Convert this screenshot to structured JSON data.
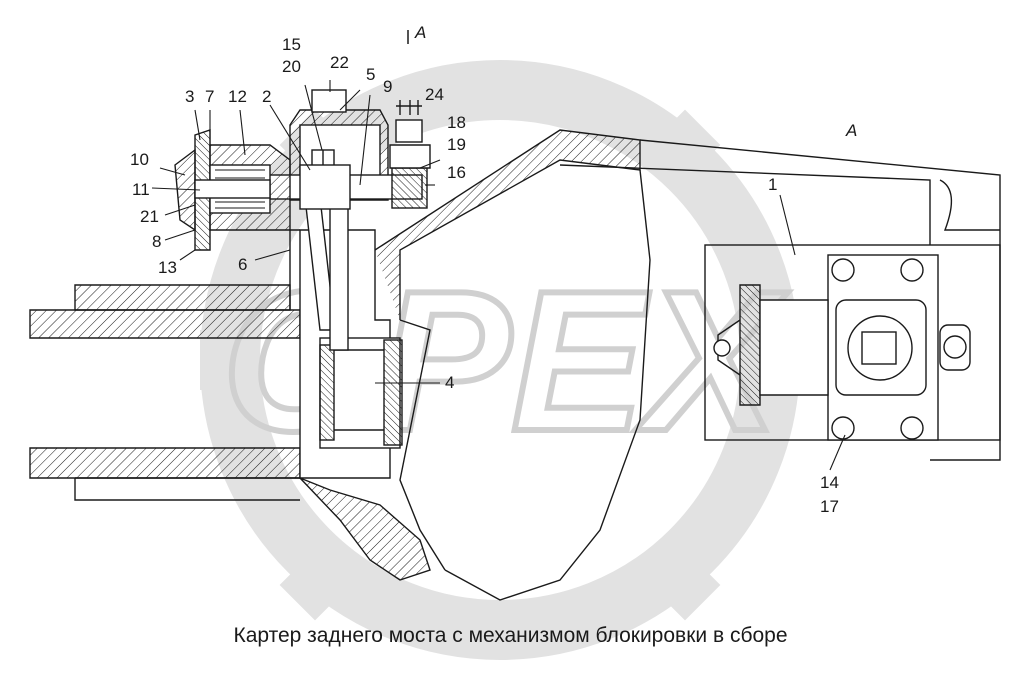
{
  "caption": "Картер заднего моста с механизмом блокировки в сборе",
  "view_label": "A",
  "section_mark": "A",
  "watermark": "OPEX",
  "callouts": {
    "c1": "1",
    "c2": "2",
    "c3": "3",
    "c4": "4",
    "c5": "5",
    "c6": "6",
    "c7": "7",
    "c8": "8",
    "c9": "9",
    "c10": "10",
    "c11": "11",
    "c12": "12",
    "c13": "13",
    "c14": "14",
    "c15": "15",
    "c16": "16",
    "c17": "17",
    "c18": "18",
    "c19": "19",
    "c20": "20",
    "c21": "21",
    "c22": "22",
    "c24": "24"
  },
  "colors": {
    "line": "#1a1a1a",
    "watermark": "#d9d9d9",
    "background": "#ffffff"
  }
}
